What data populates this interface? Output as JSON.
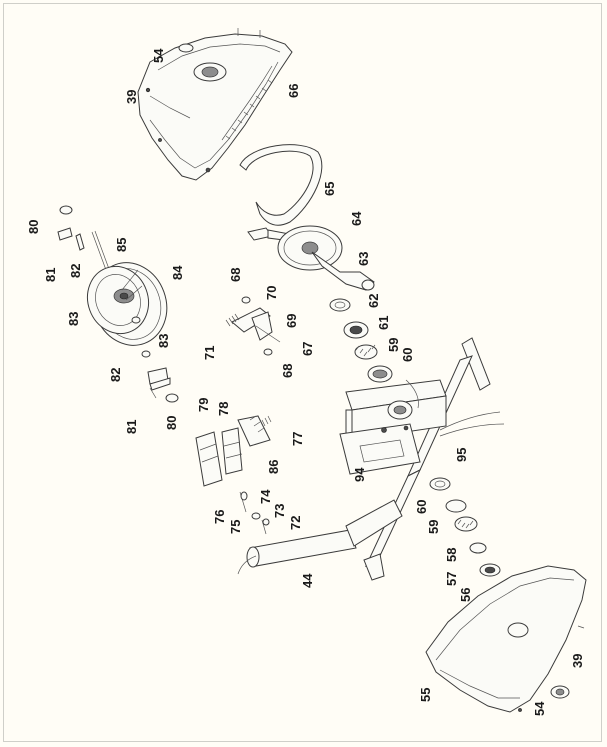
{
  "diagram": {
    "callouts": [
      {
        "id": "c54a",
        "text": "54"
      },
      {
        "id": "c39a",
        "text": "39"
      },
      {
        "id": "c66",
        "text": "66"
      },
      {
        "id": "c65",
        "text": "65"
      },
      {
        "id": "c64",
        "text": "64"
      },
      {
        "id": "c63",
        "text": "63"
      },
      {
        "id": "c62",
        "text": "62"
      },
      {
        "id": "c61",
        "text": "61"
      },
      {
        "id": "c59a",
        "text": "59"
      },
      {
        "id": "c60a",
        "text": "60"
      },
      {
        "id": "c80a",
        "text": "80"
      },
      {
        "id": "c81a",
        "text": "81"
      },
      {
        "id": "c82a",
        "text": "82"
      },
      {
        "id": "c85",
        "text": "85"
      },
      {
        "id": "c84",
        "text": "84"
      },
      {
        "id": "c83a",
        "text": "83"
      },
      {
        "id": "c83b",
        "text": "83"
      },
      {
        "id": "c82b",
        "text": "82"
      },
      {
        "id": "c81b",
        "text": "81"
      },
      {
        "id": "c80b",
        "text": "80"
      },
      {
        "id": "c68a",
        "text": "68"
      },
      {
        "id": "c70",
        "text": "70"
      },
      {
        "id": "c69",
        "text": "69"
      },
      {
        "id": "c71",
        "text": "71"
      },
      {
        "id": "c67",
        "text": "67"
      },
      {
        "id": "c68b",
        "text": "68"
      },
      {
        "id": "c79",
        "text": "79"
      },
      {
        "id": "c78",
        "text": "78"
      },
      {
        "id": "c77",
        "text": "77"
      },
      {
        "id": "c86",
        "text": "86"
      },
      {
        "id": "c95",
        "text": "95"
      },
      {
        "id": "c94",
        "text": "94"
      },
      {
        "id": "c76",
        "text": "76"
      },
      {
        "id": "c74",
        "text": "74"
      },
      {
        "id": "c75",
        "text": "75"
      },
      {
        "id": "c73",
        "text": "73"
      },
      {
        "id": "c72",
        "text": "72"
      },
      {
        "id": "c60b",
        "text": "60"
      },
      {
        "id": "c59b",
        "text": "59"
      },
      {
        "id": "c58",
        "text": "58"
      },
      {
        "id": "c57",
        "text": "57"
      },
      {
        "id": "c56",
        "text": "56"
      },
      {
        "id": "c44",
        "text": "44"
      },
      {
        "id": "c39b",
        "text": "39"
      },
      {
        "id": "c55",
        "text": "55"
      },
      {
        "id": "c54b",
        "text": "54"
      }
    ]
  }
}
